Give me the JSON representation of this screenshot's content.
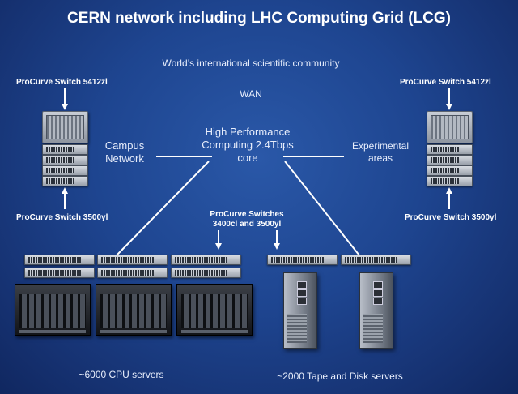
{
  "title": "CERN network including LHC Computing Grid (LCG)",
  "world_label": "World’s international scientific community",
  "wan_label": "WAN",
  "core_label": "High Performance Computing 2.4Tbps core",
  "campus_label": "Campus Network",
  "experimental_label": "Experimental areas",
  "left_top_switch": "ProCurve Switch 5412zl",
  "right_top_switch": "ProCurve Switch 5412zl",
  "left_bottom_switch": "ProCurve Switch 3500yl",
  "right_bottom_switch": "ProCurve Switch 3500yl",
  "edge_switches_label": "ProCurve Switches 3400cl and 3500yl",
  "cpu_label": "~6000 CPU servers",
  "storage_label": "~2000 Tape and Disk servers",
  "colors": {
    "background": "#1e4590",
    "line": "#ffffff"
  }
}
